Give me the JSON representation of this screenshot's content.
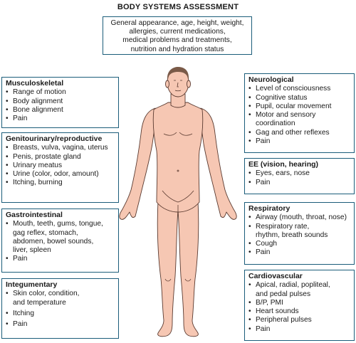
{
  "title": "BODY SYSTEMS ASSESSMENT",
  "general": [
    "General appearance, age, height, weight,",
    "allergies, current medications,",
    "medical problems and treatments,",
    "nutrition and hydration status"
  ],
  "musculoskeletal": {
    "heading": "Musculoskeletal",
    "items": [
      "Range of motion",
      "Body alignment",
      "Bone alignment",
      "Pain"
    ]
  },
  "genitourinary": {
    "heading": "Genitourinary/reproductive",
    "items": [
      "Breasts, vulva, vagina, uterus",
      "Penis, prostate gland",
      "Urinary meatus",
      "Urine (color, odor, amount)",
      "Itching, burning"
    ]
  },
  "gastrointestinal": {
    "heading": "Gastrointestinal",
    "items": [
      [
        "Mouth, teeth, gums, tongue,",
        "gag reflex, stomach,",
        "abdomen, bowel sounds,",
        "liver, spleen"
      ],
      [
        "Pain"
      ]
    ]
  },
  "integumentary": {
    "heading": "Integumentary",
    "items": [
      [
        "Skin color, condition,",
        "and temperature"
      ],
      [
        "Itching"
      ],
      [
        "Pain"
      ]
    ]
  },
  "neurological": {
    "heading": "Neurological",
    "items": [
      [
        "Level of consciousness"
      ],
      [
        "Cognitive status"
      ],
      [
        "Pupil, ocular movement"
      ],
      [
        "Motor and sensory",
        "coordination"
      ],
      [
        "Gag and other reflexes"
      ],
      [
        "Pain"
      ]
    ]
  },
  "ee": {
    "heading": "EE (vision, hearing)",
    "items": [
      "Eyes, ears, nose",
      "Pain"
    ]
  },
  "respiratory": {
    "heading": "Respiratory",
    "items": [
      [
        "Airway (mouth, throat, nose)"
      ],
      [
        "Respiratory rate,",
        "rhythm, breath sounds"
      ],
      [
        "Cough"
      ],
      [
        "Pain"
      ]
    ]
  },
  "cardiovascular": {
    "heading": "Cardiovascular",
    "items": [
      [
        "Apical, radial, popliteal,",
        "and pedal pulses"
      ],
      [
        "B/P, PMI"
      ],
      [
        "Heart sounds"
      ],
      [
        "Peripheral pulses"
      ],
      [
        "Pain"
      ]
    ]
  },
  "colors": {
    "border": "#1b5d7a",
    "skin": "#f6c7b3",
    "outline": "#5a3a30"
  }
}
